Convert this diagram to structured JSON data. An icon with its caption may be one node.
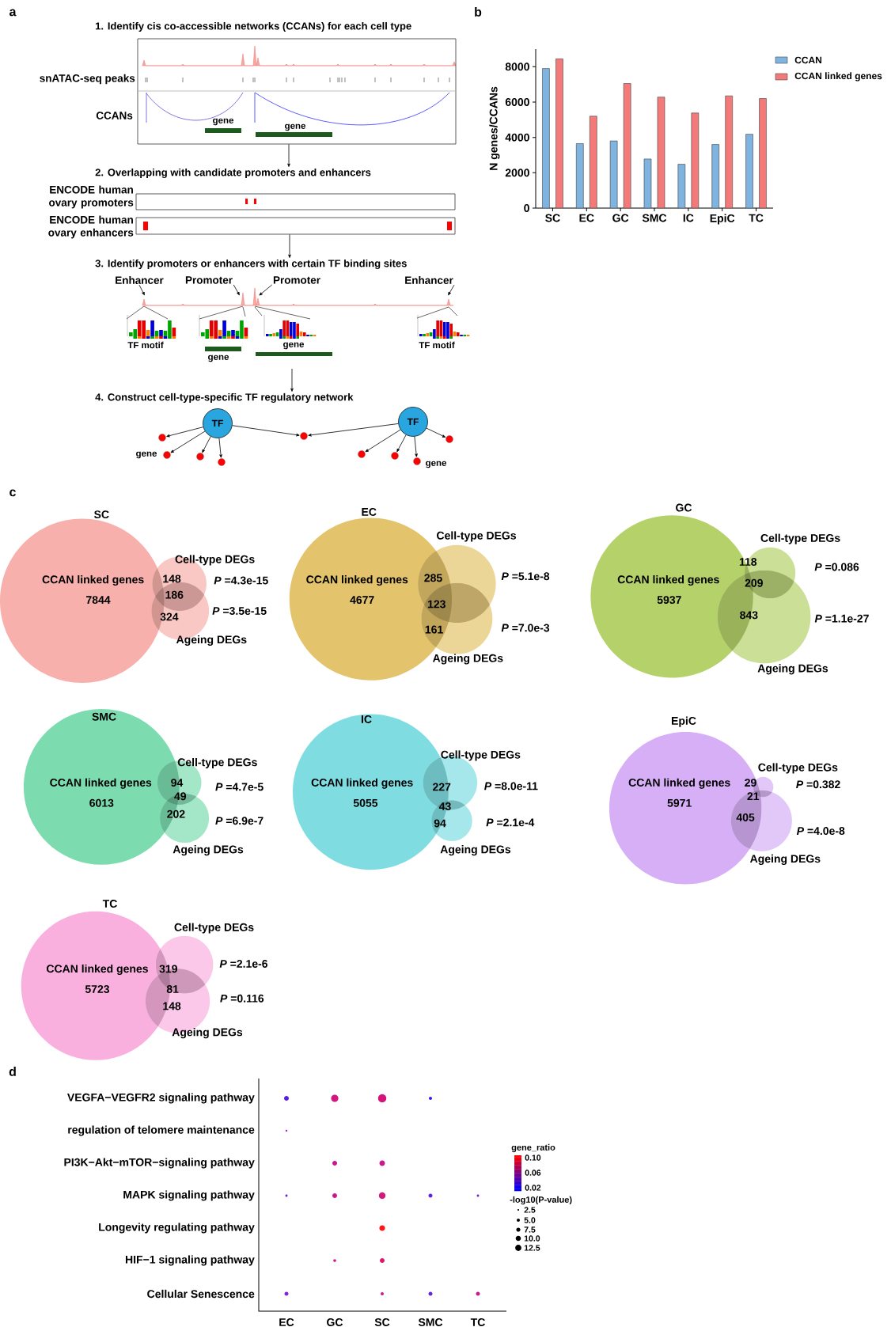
{
  "diagram": {
    "nodes": [
      {
        "text": [
          "1. Identify cis co-accessible networks (CCANs) for each cell type"
        ]
      },
      {
        "text": [
          "2. Overlapping with candidate promoters and enhancers"
        ]
      },
      {
        "text": [
          "ENCODE human ovary promoters"
        ]
      },
      {
        "text": [
          "ENCODE human ovary enhancers"
        ]
      },
      {
        "text": [
          "3. Identify promoters or enhancers with certain TF binding sites"
        ]
      },
      {
        "text": [
          "Enhancer"
        ]
      },
      {
        "text": [
          "Promoter"
        ]
      },
      {
        "text": [
          "Promoter"
        ]
      },
      {
        "text": [
          "Enhancer"
        ]
      },
      {
        "text": [
          "4. Construct cell-type-specific TF regulatory network"
        ]
      },
      {
        "text": [
          "TF"
        ]
      },
      {
        "text": [
          "TF"
        ]
      },
      {
        "text": [],
        "shape": "circle"
      },
      {
        "text": [],
        "shape": "circle"
      },
      {
        "text": [],
        "shape": "circle"
      },
      {
        "text": [],
        "shape": "circle"
      },
      {
        "text": [],
        "shape": "circle"
      },
      {
        "text": [],
        "shape": "circle"
      },
      {
        "text": [],
        "shape": "circle"
      },
      {
        "text": [],
        "shape": "circle"
      },
      {
        "text": [],
        "shape": "circle"
      },
      {
        "text": [
          "SC",
          "CCAN linked genes",
          "7844"
        ]
      },
      {
        "text": [
          "Cell-type DEGs"
        ],
        "beside": [
          "*P* =4.3e-15"
        ]
      },
      {
        "text": [
          "Ageing DEGs"
        ],
        "beside": [
          "*P* =3.5e-15"
        ]
      },
      {
        "text": [
          "EC",
          "CCAN linked genes",
          "4677"
        ]
      },
      {
        "text": [
          "Cell-type DEGs"
        ],
        "beside": [
          "*P* =5.1e-8"
        ]
      },
      {
        "text": [
          "Ageing DEGs"
        ],
        "beside": [
          "*P* =7.0e-3"
        ]
      },
      {
        "text": [
          "GC",
          "CCAN linked genes",
          "5937"
        ]
      },
      {
        "text": [
          "Cell-type DEGs"
        ]
      },
      {
        "text": [
          "Ageing DEGs"
        ],
        "beside": [
          "*P* =1.1e-27"
        ]
      },
      {
        "text": [
          "SMC",
          "CCAN linked genes",
          "6013"
        ]
      },
      {
        "text": [
          "Cell-type DEGs"
        ]
      },
      {
        "text": [
          "Ageing DEGs"
        ],
        "beside": [
          "*P* =6.9e-7"
        ]
      },
      {
        "text": [
          "IC",
          "CCAN linked genes",
          "5055"
        ]
      },
      {
        "text": [
          "Cell-type DEGs"
        ],
        "beside": [
          "*P* =8.0e-11"
        ]
      },
      {
        "text": [
          "Ageing DEGs"
        ],
        "beside": [
          "*P* =2.1e-4"
        ]
      },
      {
        "text": [
          "EpiC",
          "CCAN linked genes",
          "5971"
        ]
      },
      {
        "text": [
          "Cell-type DEGs"
        ]
      },
      {
        "text": [
          "Ageing DEGs"
        ],
        "beside": [
          "*P* =4.0e-8"
        ]
      },
      {
        "text": [
          "TC",
          "CCAN linked genes",
          "5723"
        ]
      },
      {
        "text": [
          "Cell-type DEGs"
        ],
        "beside": [
          "*P* =2.1e-6"
        ]
      },
      {
        "text": [
          "Ageing DEGs"
        ],
        "beside": [
          "*P* =0.116"
        ]
      },
      {
        "text": [],
        "shape": "picture"
      }
    ],
    "edges": [
      {
        "from": 0,
        "to": 1,
        "arrow": "to"
      },
      {
        "from": 3,
        "to": 4,
        "arrow": "to"
      },
      {
        "from": null,
        "to": 9,
        "arrow": "to"
      },
      {
        "from": 5,
        "to": 42,
        "arrow": "to"
      },
      {
        "from": 6,
        "to": 42,
        "arrow": "to"
      },
      {
        "from": 7,
        "to": 42,
        "arrow": "to"
      },
      {
        "from": 8,
        "to": 42,
        "arrow": "to"
      },
      {
        "from": 10,
        "to": 12,
        "arrow": "to"
      },
      {
        "from": 10,
        "to": 13,
        "arrow": "to"
      },
      {
        "from": 10,
        "to": 14,
        "arrow": "to"
      },
      {
        "from": 10,
        "to": 15,
        "arrow": "to"
      },
      {
        "from": 10,
        "to": 16,
        "arrow": "to"
      },
      {
        "from": 11,
        "to": 16,
        "arrow": "to"
      },
      {
        "from": 11,
        "to": 17,
        "arrow": "to"
      },
      {
        "from": 11,
        "to": 18,
        "arrow": "to"
      },
      {
        "from": 11,
        "to": 19,
        "arrow": "to"
      },
      {
        "from": 11,
        "to": 20,
        "arrow": "to"
      }
    ],
    "labels": [
      "a",
      "snATAC-seq peaks",
      "CCANs",
      "gene",
      "gene",
      "TF motif",
      "gene",
      "gene",
      "TF motif",
      "gene",
      "gene",
      "b",
      "c",
      "148",
      "186",
      "324",
      "285",
      "123",
      "161",
      "118",
      "209",
      "843",
      "94",
      "49",
      "202",
      "227",
      "43",
      "94",
      "29",
      "21",
      "405",
      "319",
      "81",
      "148",
      "d",
      "VEGFA−VEGFR2 signaling pathway",
      "regulation of telomere maintenance",
      "PI3K−Akt−mTOR−signaling pathway",
      "MAPK signaling pathway",
      "Longevity regulating pathway",
      "HIF−1 signaling pathway",
      "Cellular Senescence",
      "EC",
      "GC",
      "SC",
      "SMC",
      "TC",
      "gene_ratio",
      "0.10",
      "0.06",
      "0.02",
      "-log10(P-value)",
      "*P* =0.086",
      "*P* =4.7e-5",
      "*P* =0.382"
    ],
    "legend": [
      {
        "text": "2.5"
      },
      {
        "text": "5.0"
      },
      {
        "text": "7.5"
      },
      {
        "text": "10.0"
      },
      {
        "text": "12.5"
      }
    ],
    "chart_data": {
      "type": "bar",
      "ylabel": "N genes/CCANs",
      "categories": [
        "SC",
        "EC",
        "GC",
        "SMC",
        "IC",
        "EpiC",
        "TC"
      ],
      "series": [
        {
          "name": "CCAN",
          "color": "#7fb4e0",
          "values": [
            7900,
            3650,
            3800,
            2780,
            2480,
            3600,
            4180
          ]
        },
        {
          "name": "CCAN linked genes",
          "color": "#f47a7a",
          "values": [
            8450,
            5200,
            7050,
            6280,
            5380,
            6350,
            6200
          ]
        }
      ],
      "ylim": [
        0,
        9000
      ],
      "yticks": [
        0,
        2000,
        4000,
        6000,
        8000
      ],
      "legend": "right"
    }
  }
}
